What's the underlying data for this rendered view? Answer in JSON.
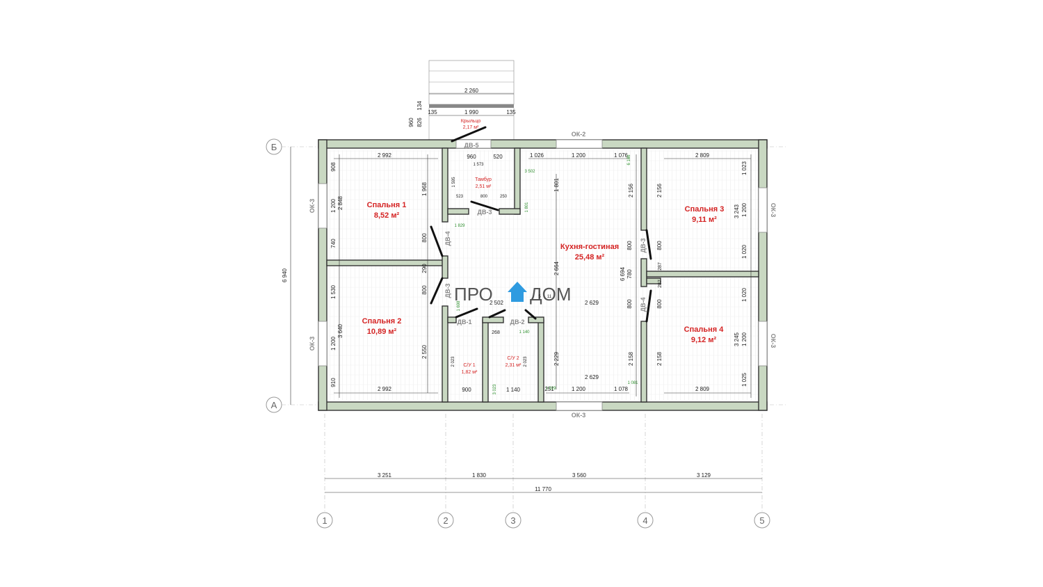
{
  "logo": {
    "left": "ПРО",
    "right": "ДОМ"
  },
  "axes": {
    "rows": [
      "Б",
      "А"
    ],
    "cols": [
      "1",
      "2",
      "3",
      "4",
      "5"
    ]
  },
  "rooms": [
    {
      "name": "Спальня 1",
      "area": "8,52 м²"
    },
    {
      "name": "Спальня 2",
      "area": "10,89 м²"
    },
    {
      "name": "Спальня 3",
      "area": "9,11 м²"
    },
    {
      "name": "Спальня 4",
      "area": "9,12 м²"
    },
    {
      "name": "Кухня-гостиная",
      "area": "25,48 м²"
    },
    {
      "name": "Тамбур",
      "area": "2,51 м²"
    },
    {
      "name": "Крыльцо",
      "area": "2,17 м²"
    },
    {
      "name": "С/У 1",
      "area": "1,82 м²"
    },
    {
      "name": "С/У 2",
      "area": "2,31 м²"
    }
  ],
  "doors": [
    "ДВ-5",
    "ДВ-3",
    "ДВ-4",
    "ДВ-3",
    "ДВ-1",
    "ДВ-2",
    "ДВ-3",
    "ДВ-4"
  ],
  "windows": [
    "ОК-2",
    "ОК-3",
    "ОК-3",
    "ОК-3",
    "ОК-3",
    "ОК-3"
  ],
  "dims": {
    "bottom": [
      "3 251",
      "1 830",
      "3 560",
      "3 129"
    ],
    "total_width": "11 770",
    "total_height": "6 940",
    "porch": [
      "2 260",
      "135",
      "1 990",
      "135",
      "960",
      "826",
      "134"
    ],
    "top_row": [
      "2 992",
      "960",
      "520",
      "1 026",
      "1 200",
      "1 076",
      "2 809"
    ],
    "bottom_row": [
      "2 992",
      "900",
      "1 140",
      "251",
      "1 200",
      "1 078",
      "2 809"
    ],
    "left_v": [
      "908",
      "1 200",
      "740",
      "1 530",
      "1 200",
      "910",
      "2 848",
      "3 640"
    ],
    "right_v": [
      "1 023",
      "1 200",
      "1 020",
      "1 020",
      "1 200",
      "1 025",
      "3 243",
      "3 245"
    ],
    "inner": [
      "1 968",
      "2 550",
      "800",
      "290",
      "800",
      "1 573",
      "1 595",
      "523",
      "800",
      "250",
      "1 801",
      "2 664",
      "2 229",
      "2 502",
      "2 629",
      "2 629",
      "2 156",
      "2 158",
      "6 694",
      "780",
      "800",
      "800",
      "2 156",
      "2 158",
      "800",
      "287",
      "287",
      "800",
      "2 023",
      "2 023",
      "268",
      "5",
      "11"
    ],
    "green": [
      "3 502",
      "1 829",
      "1 801",
      "1 698",
      "1 140",
      "3 023",
      "1 829",
      "6 186",
      "1 081"
    ]
  }
}
